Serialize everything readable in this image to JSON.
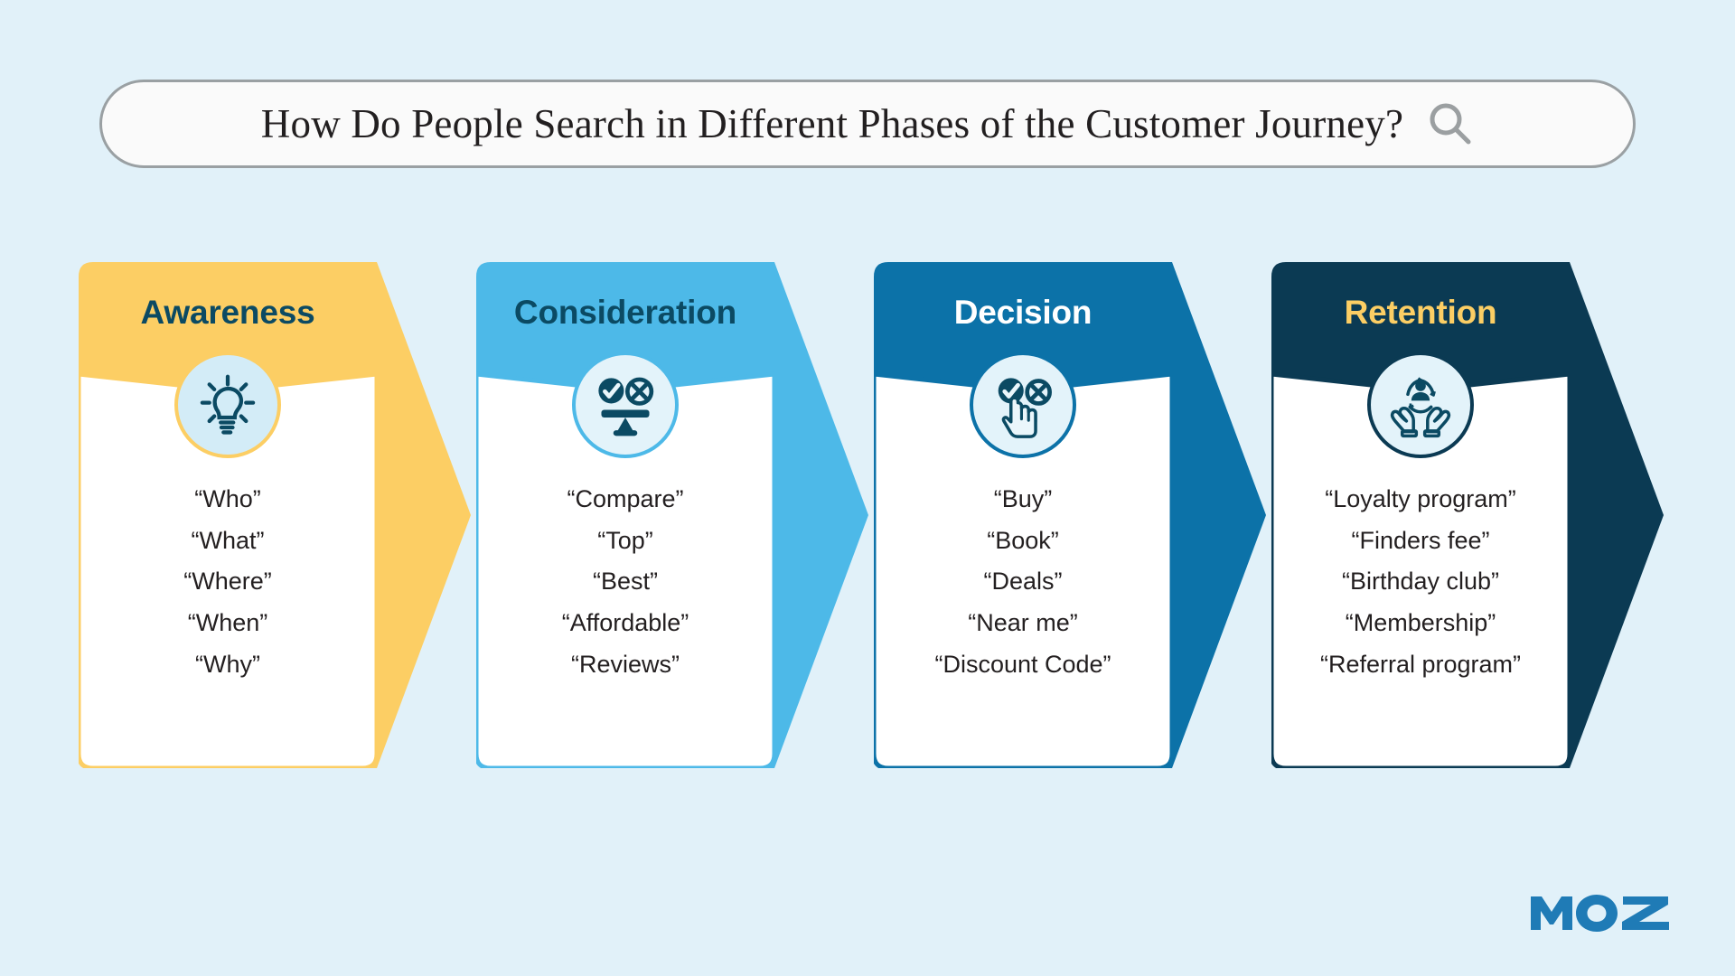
{
  "background_color": "#e1f1f9",
  "search": {
    "title": "How Do People Search in Different Phases of the Customer Journey?",
    "icon": "search-icon",
    "border_color": "#9aa0a3",
    "fill_color": "#fafafa"
  },
  "brand": {
    "name": "MOZ",
    "color": "#1f7bb6"
  },
  "stages": [
    {
      "label": "Awareness",
      "icon": "lightbulb-icon",
      "chevron_color": "#fcce64",
      "title_color": "#0b4a63",
      "card_border_color": "#fcce64",
      "icon_ring_color": "#fcce64",
      "icon_bg_color": "#d3ecf7",
      "terms": [
        "“Who”",
        "“What”",
        "“Where”",
        "“When”",
        "“Why”"
      ]
    },
    {
      "label": "Consideration",
      "icon": "balance-scale-icon",
      "chevron_color": "#4db9e8",
      "title_color": "#0b4a63",
      "card_border_color": "#4db9e8",
      "icon_ring_color": "#4db9e8",
      "icon_bg_color": "#e3f3fa",
      "terms": [
        "“Compare”",
        "“Top”",
        "“Best”",
        "“Affordable”",
        "“Reviews”"
      ]
    },
    {
      "label": "Decision",
      "icon": "pointing-hand-choice-icon",
      "chevron_color": "#0c72a8",
      "title_color": "#ffffff",
      "card_border_color": "#0c72a8",
      "icon_ring_color": "#0c72a8",
      "icon_bg_color": "#e3f3fa",
      "terms": [
        "“Buy”",
        "“Book”",
        "“Deals”",
        "“Near me”",
        "“Discount Code”"
      ]
    },
    {
      "label": "Retention",
      "icon": "hands-holding-customer-icon",
      "chevron_color": "#0b3a53",
      "title_color": "#fcce64",
      "card_border_color": "#0b3a53",
      "icon_ring_color": "#0b3a53",
      "icon_bg_color": "#e3f3fa",
      "terms": [
        "“Loyalty program”",
        "“Finders fee”",
        "“Birthday club”",
        "“Membership”",
        "“Referral program”"
      ]
    }
  ]
}
